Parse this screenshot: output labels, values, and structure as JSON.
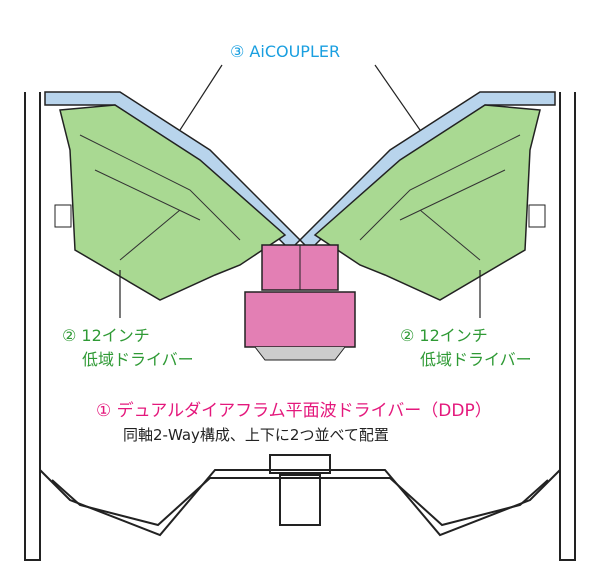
{
  "labels": {
    "coupler": "③ AiCOUPLER",
    "woofer_left_line1": "② 12インチ",
    "woofer_left_line2": "低域ドライバー",
    "woofer_right_line1": "② 12インチ",
    "woofer_right_line2": "低域ドライバー",
    "ddp_title": "① デュアルダイアフラム平面波ドライバー（DDP）",
    "ddp_desc": "同軸2-Way構成、上下に2つ並べて配置"
  },
  "colors": {
    "coupler": "#1a9fe0",
    "woofer": "#2f9a35",
    "ddp": "#e4187c",
    "woofer_fill": "#a9d992",
    "ddp_fill": "#e37fb4"
  }
}
